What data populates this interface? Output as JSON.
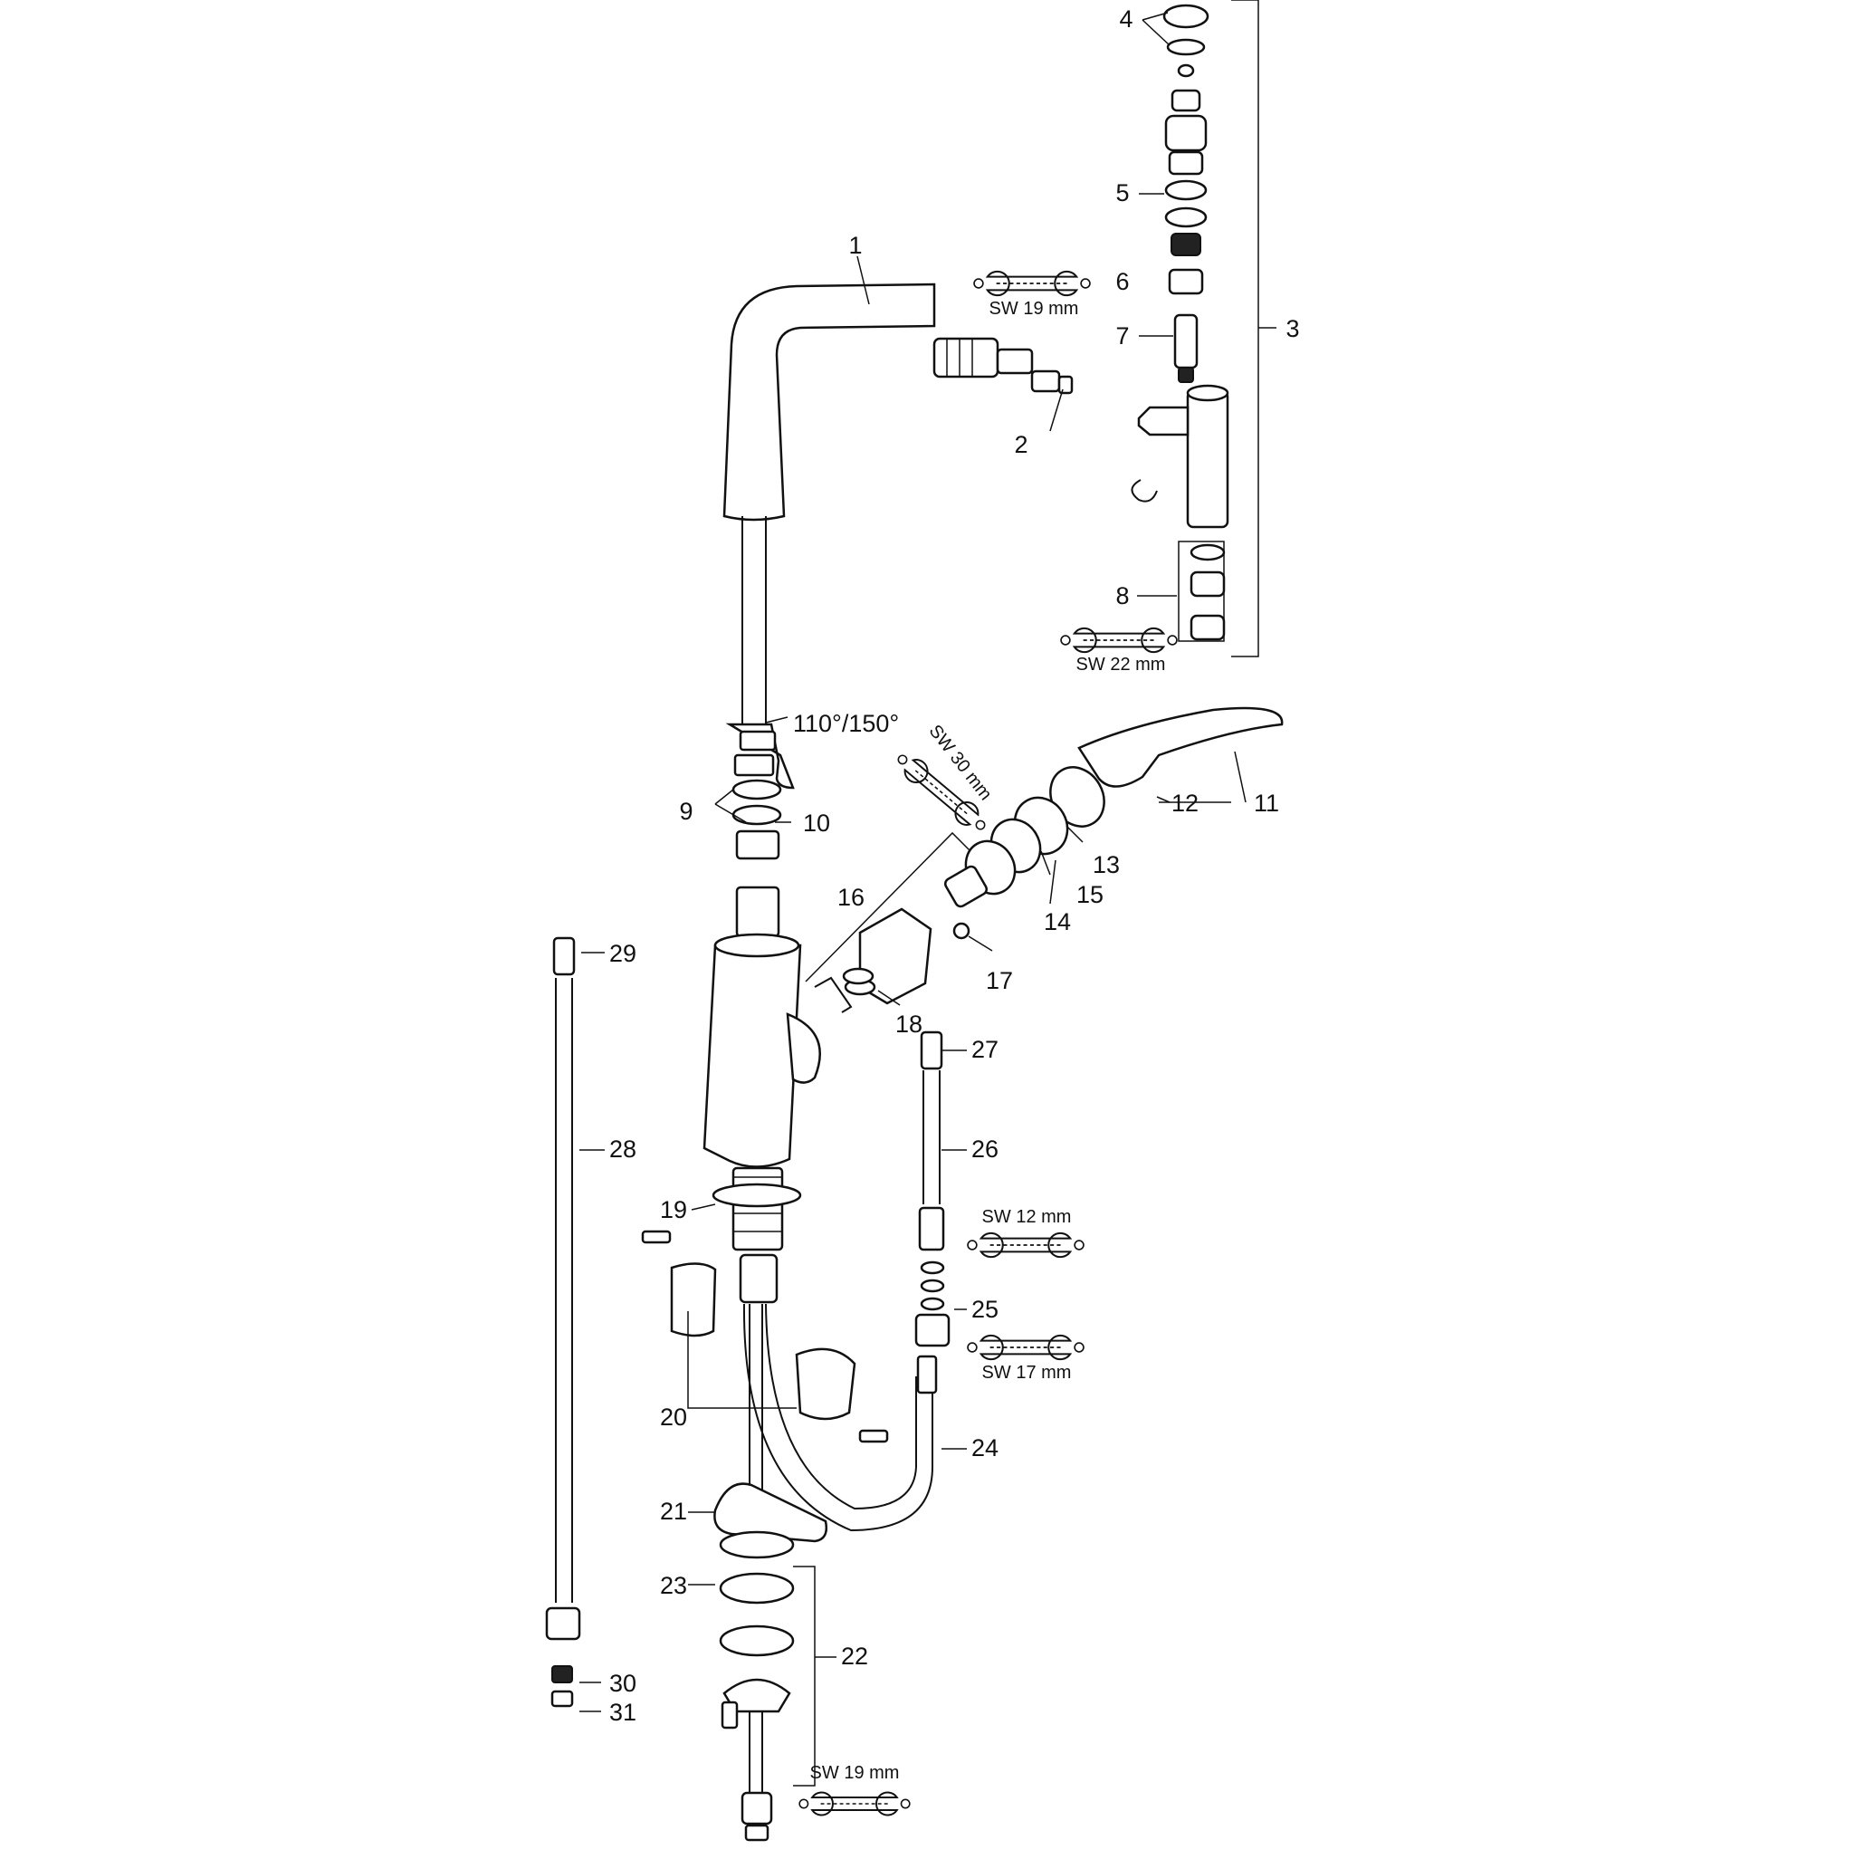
{
  "diagram": {
    "part_numbers": {
      "p1": "1",
      "p2": "2",
      "p3": "3",
      "p4": "4",
      "p5": "5",
      "p6": "6",
      "p7": "7",
      "p8": "8",
      "p9": "9",
      "p10": "10",
      "p11": "11",
      "p12": "12",
      "p13": "13",
      "p14": "14",
      "p15": "15",
      "p16": "16",
      "p17": "17",
      "p18": "18",
      "p19": "19",
      "p20": "20",
      "p21": "21",
      "p22": "22",
      "p23": "23",
      "p24": "24",
      "p25": "25",
      "p26": "26",
      "p27": "27",
      "p28": "28",
      "p29": "29",
      "p30": "30",
      "p31": "31"
    },
    "angle_label": "110°/150°",
    "wrench_labels": {
      "sw19_top": "SW 19 mm",
      "sw22": "SW 22 mm",
      "sw30": "SW 30 mm",
      "sw12": "SW 12 mm",
      "sw17": "SW 17 mm",
      "sw19_bottom": "SW 19 mm"
    }
  }
}
